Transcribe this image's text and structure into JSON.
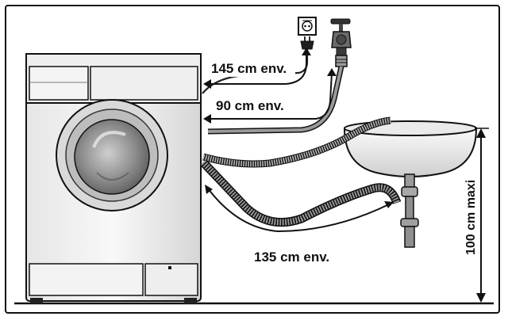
{
  "labels": {
    "socket_distance": "145 cm env.",
    "tap_distance": "90 cm env.",
    "drain_hose_distance": "135 cm env.",
    "max_height": "100 cm maxi"
  },
  "colors": {
    "outline": "#111111",
    "body_light": "#f1f1f1",
    "body_mid": "#d8d8d8",
    "hose": "#8a8a8a",
    "porthole_dark": "#6f6f6f"
  },
  "icons": [
    "power-socket-icon",
    "plug-icon",
    "water-tap-icon"
  ]
}
